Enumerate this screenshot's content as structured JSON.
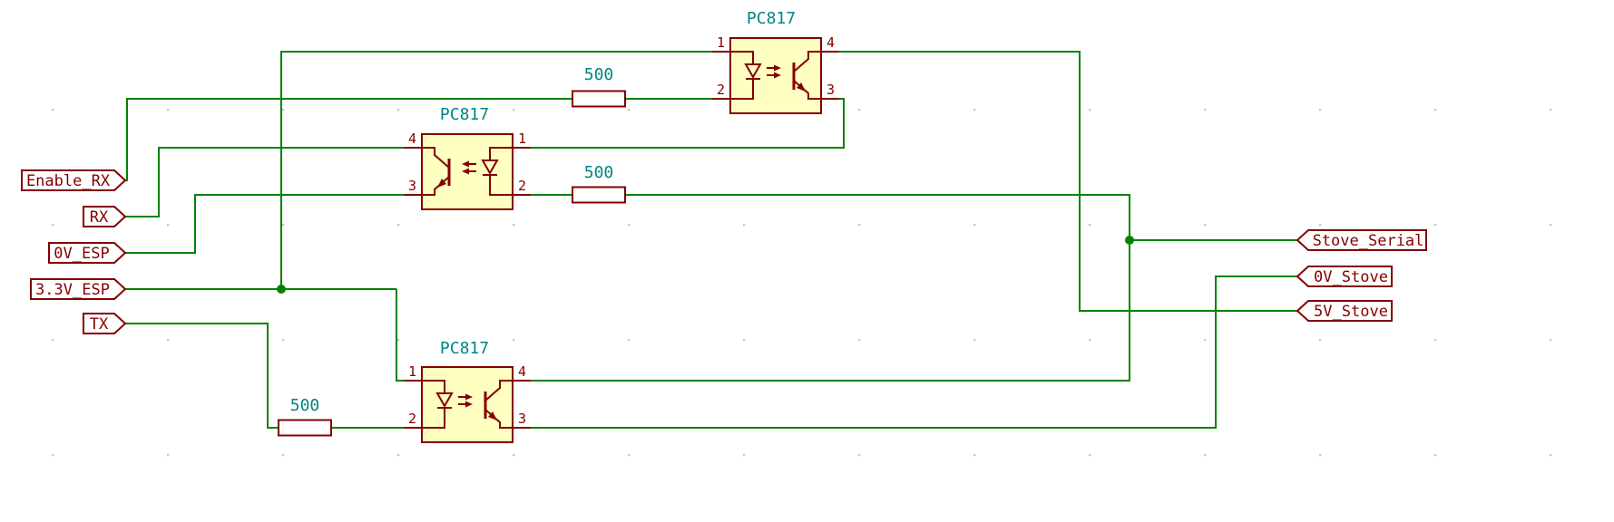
{
  "colors": {
    "background": "#ffffff",
    "wire": "#008400",
    "symbol_outline": "#840000",
    "symbol_fill": "#ffffc2",
    "value_text": "#008484",
    "label_text": "#840000",
    "junction": "#008400",
    "grid_dot": "#c8c8c8"
  },
  "net_labels": {
    "enable_rx": "Enable_RX",
    "rx": "RX",
    "ov_esp": "0V_ESP",
    "v3_3_esp": "3.3V_ESP",
    "tx": "TX",
    "stove_serial": "Stove_Serial",
    "ov_stove": "0V_Stove",
    "v5_stove": "5V_Stove"
  },
  "components": {
    "opto_top": "PC817",
    "opto_middle": "PC817",
    "opto_bottom": "PC817",
    "r_top": "500",
    "r_middle": "500",
    "r_bottom": "500"
  },
  "pin_numbers": {
    "p1": "1",
    "p2": "2",
    "p3": "3",
    "p4": "4"
  }
}
